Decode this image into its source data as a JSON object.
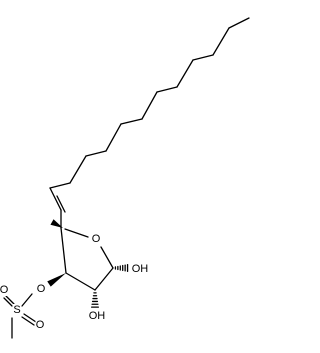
{
  "structure": {
    "atoms": [
      {
        "id": "c_o5",
        "symbol": "O"
      },
      {
        "id": "c_oh1",
        "symbol": "OH"
      },
      {
        "id": "c_oh2",
        "symbol": "OH"
      },
      {
        "id": "c_o3",
        "symbol": "O"
      },
      {
        "id": "c_s",
        "symbol": "S"
      },
      {
        "id": "c_o_s1",
        "symbol": "O"
      },
      {
        "id": "c_o_s2",
        "symbol": "O"
      }
    ]
  }
}
